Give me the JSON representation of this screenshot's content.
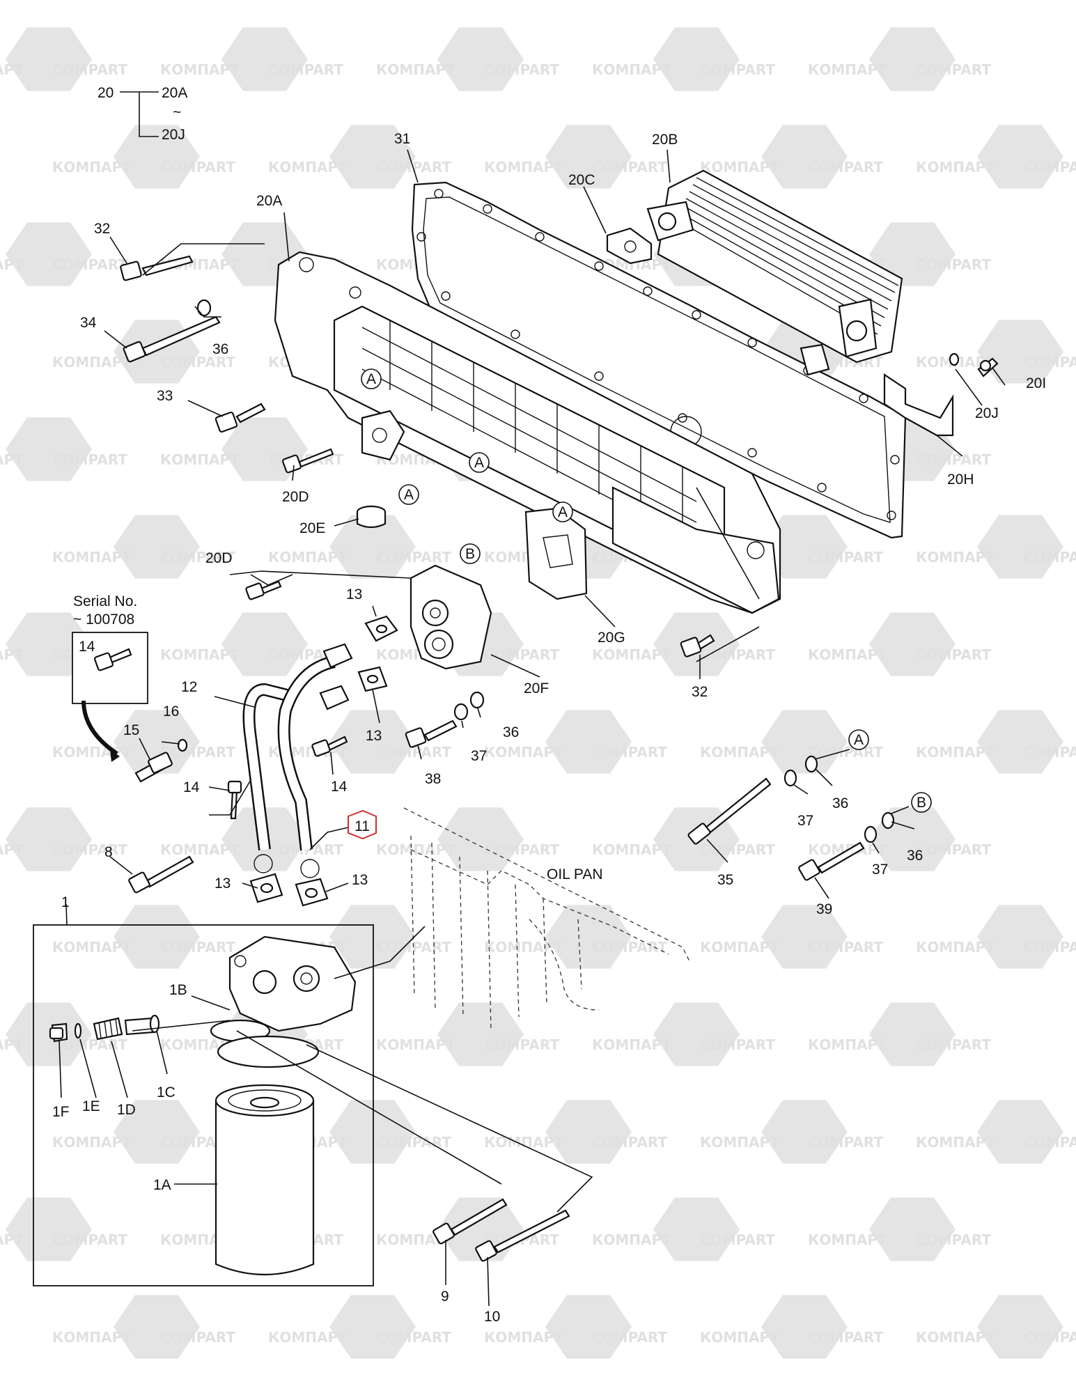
{
  "watermark": {
    "text_latin": "COMPART",
    "text_cyrillic": "КОМПАРТ"
  },
  "header": {
    "group": "20",
    "range_start": "20A",
    "range_sep": "~",
    "range_end": "20J"
  },
  "notes": {
    "serial_line1": "Serial No.",
    "serial_line2": "~ 100708",
    "oil_pan": "OIL PAN"
  },
  "callouts": {
    "c1": "1",
    "c1A": "1A",
    "c1B": "1B",
    "c1C": "1C",
    "c1D": "1D",
    "c1E": "1E",
    "c1F": "1F",
    "c8": "8",
    "c9": "9",
    "c10": "10",
    "c11": "11",
    "c12": "12",
    "c13a": "13",
    "c13b": "13",
    "c13c": "13",
    "c13d": "13",
    "c14a": "14",
    "c14b": "14",
    "c14c": "14",
    "c15": "15",
    "c16": "16",
    "c20A": "20A",
    "c20B": "20B",
    "c20C": "20C",
    "c20Da": "20D",
    "c20Db": "20D",
    "c20E": "20E",
    "c20F": "20F",
    "c20G": "20G",
    "c20H": "20H",
    "c20I": "20I",
    "c20J": "20J",
    "c31": "31",
    "c32a": "32",
    "c32b": "32",
    "c33": "33",
    "c34": "34",
    "c35": "35",
    "c36a": "36",
    "c36b": "36",
    "c36c": "36",
    "c36d": "36",
    "c37a": "37",
    "c37b": "37",
    "c37c": "37",
    "c38": "38",
    "c39": "39"
  },
  "refs": {
    "A": "A",
    "B": "B"
  },
  "highlight": {
    "part": "11",
    "color": "#d0312d"
  }
}
